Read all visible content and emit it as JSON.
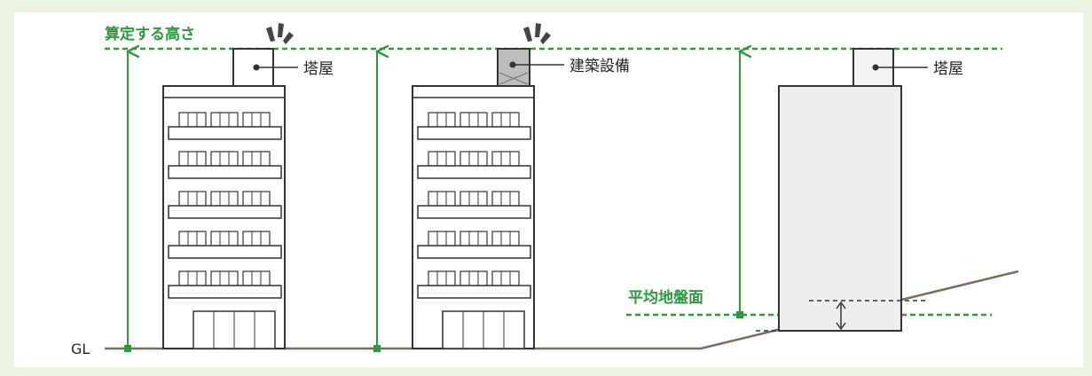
{
  "colors": {
    "background": "#eaf4e0",
    "panel": "#ffffff",
    "green": "#2c9a3c",
    "ground": "#7a6d5f",
    "outline": "#333333",
    "slope_building_fill": "#eeeeee",
    "equipment_fill": "#bdbdbd"
  },
  "labels": {
    "calc_height": "算定する高さ",
    "penthouse_1": "塔屋",
    "equipment": "建築設備",
    "penthouse_2": "塔屋",
    "avg_ground": "平均地盤面",
    "gl": "GL"
  },
  "icons": {
    "burst": "emphasis-burst-icon"
  }
}
